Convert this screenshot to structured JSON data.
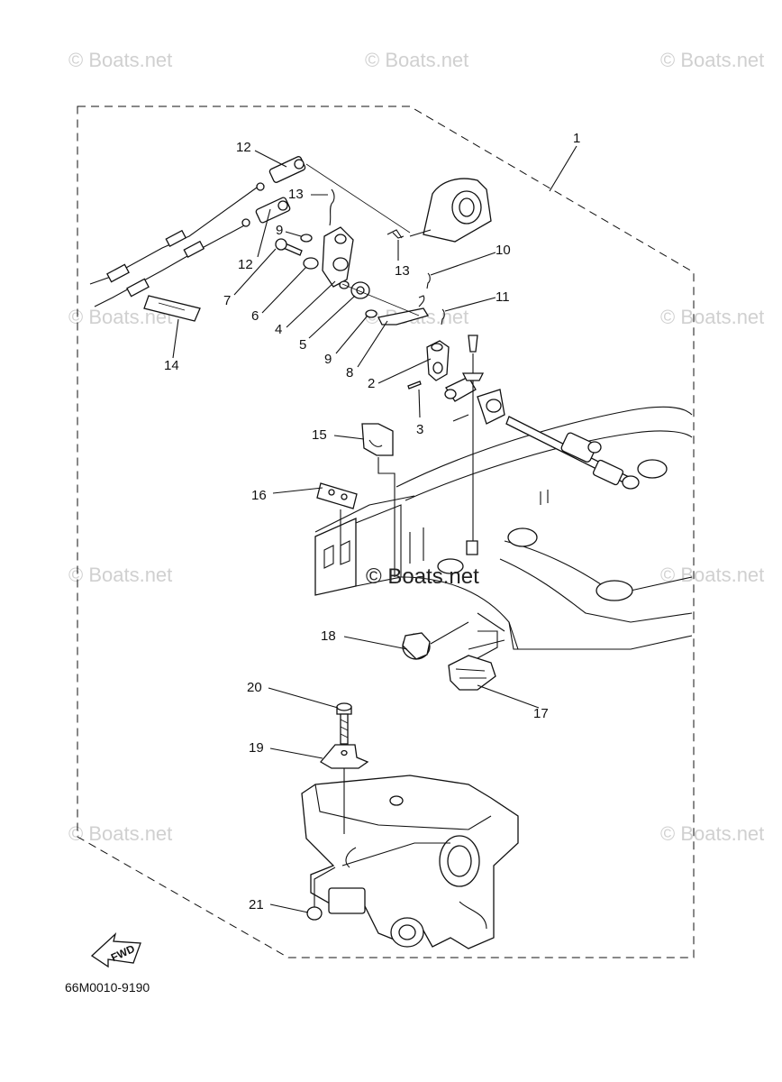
{
  "watermark": "© Boats.net",
  "diagram_code": "66M0010-9190",
  "fwd_label": "FWD",
  "callouts": [
    "1",
    "2",
    "3",
    "4",
    "5",
    "6",
    "7",
    "8",
    "9",
    "9",
    "10",
    "11",
    "12",
    "12",
    "13",
    "13",
    "14",
    "15",
    "16",
    "17",
    "18",
    "19",
    "20",
    "21"
  ]
}
